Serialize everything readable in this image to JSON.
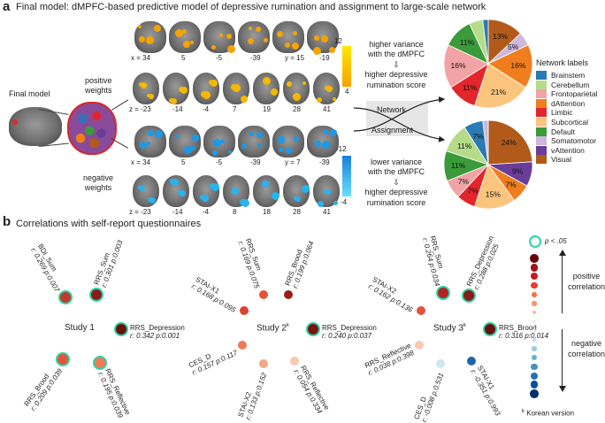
{
  "panel_a": {
    "letter": "a",
    "title": "Final model: dMPFC-based predictive model of depressive rumination and assignment to large-scale network",
    "final_model_label": "Final model",
    "positive_weights_label": "positive\nweights",
    "negative_weights_label": "negative\nweights",
    "pos_row1_coords": [
      "x = 34",
      "5",
      "-5",
      "-39",
      "y = 15",
      "-19"
    ],
    "pos_row2_coords": [
      "z = -23",
      "-14",
      "-4",
      "7",
      "19",
      "28",
      "41"
    ],
    "neg_row1_coords": [
      "x = 34",
      "5",
      "-5",
      "-39",
      "y = 7",
      "-39"
    ],
    "neg_row2_coords": [
      "z = -23",
      "-14",
      "-4",
      "8",
      "18",
      "28",
      "41"
    ],
    "pos_scale": {
      "max": "12",
      "min": "4"
    },
    "neg_scale": {
      "max": "-12",
      "min": "-4"
    },
    "pos_text": [
      "higher variance",
      "with the dMPFC",
      "⇩",
      "higher depressive",
      "rumination score"
    ],
    "neg_text": [
      "lower variance",
      "with the dMPFC",
      "⇩",
      "higher depressive",
      "rumination score"
    ],
    "network_label": "Network",
    "assignment_label": "Assignment",
    "legend_title": "Network labels",
    "networks": [
      {
        "name": "Brainstem",
        "color": "#2a7ab5"
      },
      {
        "name": "Cerebellum",
        "color": "#b6dc8a"
      },
      {
        "name": "Frontoparietal",
        "color": "#f2a3a5"
      },
      {
        "name": "dAttention",
        "color": "#f07e1f"
      },
      {
        "name": "Limbic",
        "color": "#e3262b"
      },
      {
        "name": "Subcortical",
        "color": "#fbc57e"
      },
      {
        "name": "Default",
        "color": "#3b9b3a"
      },
      {
        "name": "Somatomotor",
        "color": "#cbb8dc"
      },
      {
        "name": "vAttention",
        "color": "#6a3d99"
      },
      {
        "name": "Visual",
        "color": "#b15a1a"
      }
    ]
  },
  "chart_data": [
    {
      "type": "pie",
      "slices": [
        {
          "network": "Visual",
          "value": 13,
          "label": "13%"
        },
        {
          "network": "Somatomotor",
          "value": 5,
          "label": "5%"
        },
        {
          "network": "dAttention",
          "value": 16,
          "label": "16%"
        },
        {
          "network": "Subcortical",
          "value": 21,
          "label": "21%"
        },
        {
          "network": "Limbic",
          "value": 11,
          "label": "11%"
        },
        {
          "network": "Frontoparietal",
          "value": 16,
          "label": "16%"
        },
        {
          "network": "Default",
          "value": 11,
          "label": "11%"
        },
        {
          "network": "Cerebellum",
          "value": 5,
          "label": ""
        },
        {
          "network": "Brainstem",
          "value": 2,
          "label": ""
        }
      ]
    },
    {
      "type": "pie",
      "slices": [
        {
          "network": "Visual",
          "value": 24,
          "label": "24%"
        },
        {
          "network": "vAttention",
          "value": 9,
          "label": "9%"
        },
        {
          "network": "dAttention",
          "value": 7,
          "label": "7%"
        },
        {
          "network": "Subcortical",
          "value": 15,
          "label": "15%"
        },
        {
          "network": "Limbic",
          "value": 7,
          "label": "7%"
        },
        {
          "network": "Frontoparietal",
          "value": 7,
          "label": "7%"
        },
        {
          "network": "Default",
          "value": 11,
          "label": "11%"
        },
        {
          "network": "Cerebellum",
          "value": 11,
          "label": "11%"
        },
        {
          "network": "Brainstem",
          "value": 7,
          "label": "7%"
        },
        {
          "network": "Somatomotor",
          "value": 2,
          "label": ""
        }
      ]
    }
  ],
  "panel_b": {
    "letter": "b",
    "title": "Correlations with self-report questionnaires",
    "studies": [
      {
        "name": "Study 1",
        "nodes": [
          {
            "label": "RRS_Sum",
            "stats": "r: 0.301  p:0.003",
            "sig": true,
            "fill": "#8b1a1a"
          },
          {
            "label": "BDI_Sum",
            "stats": "r: 0.269  p:0.007",
            "sig": true,
            "fill": "#c0392b"
          },
          {
            "label": "RRS_Depression",
            "stats": "r: 0.342  p:0.001",
            "sig": true,
            "fill": "#6b0f0f"
          },
          {
            "label": "RRS_Brood",
            "stats": "r: 0.209  p:0.039",
            "sig": true,
            "fill": "#e2553a"
          },
          {
            "label": "RRS_Reflective",
            "stats": "r: 0.195  p:0.039",
            "sig": true,
            "fill": "#ee7a5a"
          }
        ]
      },
      {
        "name": "Study 2",
        "sup": "k",
        "nodes": [
          {
            "label": "RRS_Sum",
            "stats": "r: 0.169  p:0.075",
            "sig": false,
            "fill": "#e2553a"
          },
          {
            "label": "RRS_Brood",
            "stats": "r: 0.199  p:0.064",
            "sig": false,
            "fill": "#9b1c1c"
          },
          {
            "label": "STAI-X1",
            "stats": "r: 0.168  p:0.095",
            "sig": false,
            "fill": "#d9412f"
          },
          {
            "label": "RRS_Depression",
            "stats": "r: 0.240  p:0.037",
            "sig": true,
            "fill": "#7a1212"
          },
          {
            "label": "CES_D",
            "stats": "r: 0.157  p:0.117",
            "sig": false,
            "fill": "#ee7a5a"
          },
          {
            "label": "STAI-X2",
            "stats": "r: 0.133  p:0.152",
            "sig": false,
            "fill": "#f4a582"
          },
          {
            "label": "RRS_Reflective",
            "stats": "r: 0.054  p:0.334",
            "sig": false,
            "fill": "#f7c9b0"
          }
        ]
      },
      {
        "name": "Study 3",
        "sup": "k",
        "nodes": [
          {
            "label": "RRS_Sum",
            "stats": "r: 0.264  p:0.034",
            "sig": true,
            "fill": "#b22222"
          },
          {
            "label": "RRS_Depression",
            "stats": "r: 0.288  p:0.025",
            "sig": true,
            "fill": "#8b1a1a"
          },
          {
            "label": "STAI-X2",
            "stats": "r: 0.162  p:0.136",
            "sig": false,
            "fill": "#e2553a"
          },
          {
            "label": "RRS_Brood",
            "stats": "r: 0.316  p:0.014",
            "sig": true,
            "fill": "#6b0f0f"
          },
          {
            "label": "RRS_Reflective",
            "stats": "r: 0.038  p:0.398",
            "sig": false,
            "fill": "#f7c9b0"
          },
          {
            "label": "CES_D",
            "stats": "r: -0.008  p:0.531",
            "sig": false,
            "fill": "#d1e5f0"
          },
          {
            "label": "STAI-X1",
            "stats": "r: -0.351  p:0.993",
            "sig": false,
            "fill": "#2166ac"
          }
        ]
      }
    ],
    "legend": {
      "p_label": "p < .05",
      "positive": "positive\ncorrelation",
      "negative": "negative\ncorrelation",
      "scale_colors": [
        "#67000d",
        "#a50f15",
        "#cb181d",
        "#ef3b2c",
        "#fb6a4a",
        "#fc9272",
        "#fcbba1",
        "#fde0d2",
        "#deebf7",
        "#c6dbef",
        "#9ecae1",
        "#6baed6",
        "#4292c6",
        "#2171b5",
        "#08519c",
        "#08306b"
      ],
      "footnote_sup": "k",
      "footnote": "Korean version"
    }
  }
}
